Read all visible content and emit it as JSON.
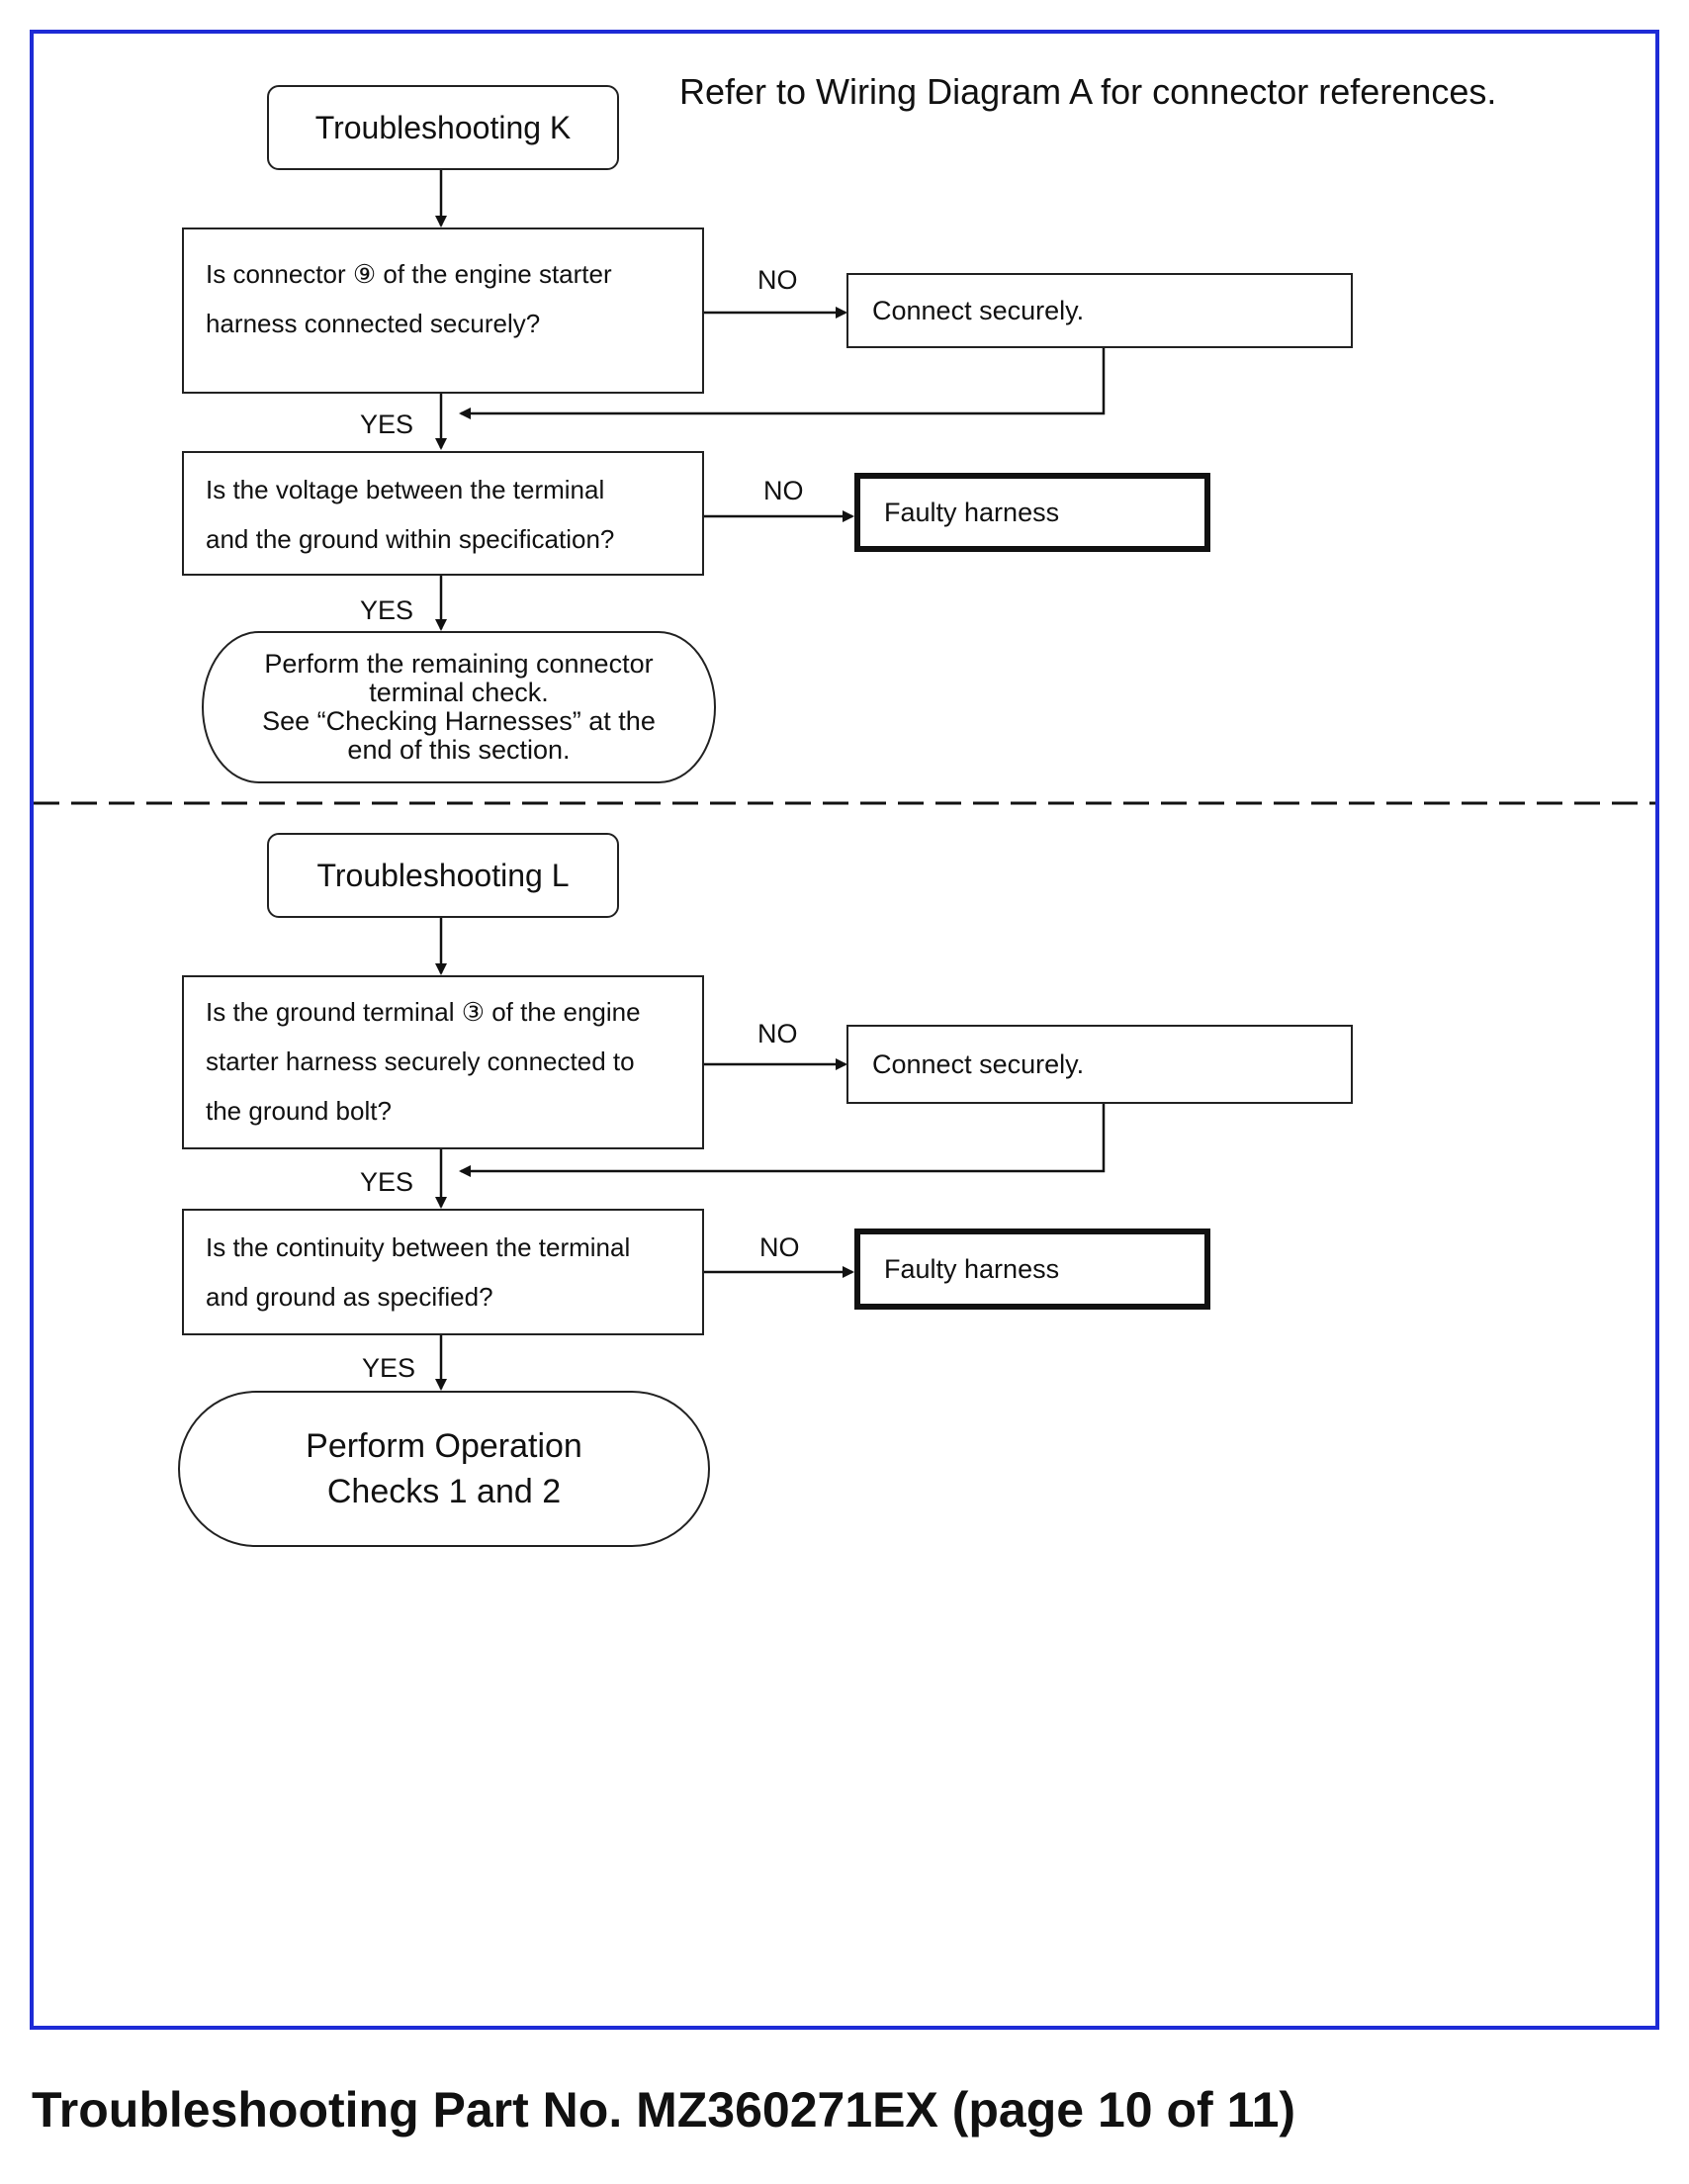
{
  "note": "Refer to Wiring Diagram A for connector references.",
  "flow_k": {
    "title": "Troubleshooting K",
    "q1": [
      "Is connector ⑨ of the engine starter",
      "harness connected securely?"
    ],
    "q1_no_label": "NO",
    "q1_no_action": "Connect securely.",
    "q1_yes_label": "YES",
    "q2": [
      "Is the voltage between the terminal",
      "and the ground within specification?"
    ],
    "q2_no_label": "NO",
    "q2_no_action": "Faulty harness",
    "q2_yes_label": "YES",
    "end": [
      "Perform the remaining connector",
      "terminal check.",
      "See “Checking Harnesses” at the",
      "end of this section."
    ]
  },
  "flow_l": {
    "title": "Troubleshooting L",
    "q1": [
      "Is the ground terminal ③ of the engine",
      "starter harness securely connected to",
      "the ground bolt?"
    ],
    "q1_no_label": "NO",
    "q1_no_action": "Connect securely.",
    "q1_yes_label": "YES",
    "q2": [
      "Is the continuity between the terminal",
      "and ground as specified?"
    ],
    "q2_no_label": "NO",
    "q2_no_action": "Faulty harness",
    "q2_yes_label": "YES",
    "end": [
      "Perform Operation",
      "Checks 1 and 2"
    ]
  },
  "footer": "Troubleshooting Part No. MZ360271EX (page 10 of 11)",
  "colors": {
    "frame": "#1e2bd6",
    "line": "#111111"
  }
}
